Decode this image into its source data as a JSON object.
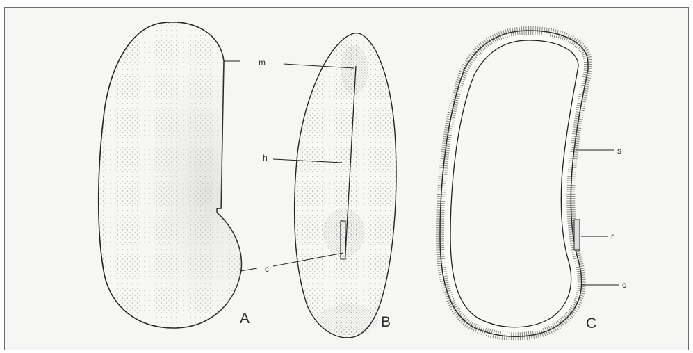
{
  "figure": {
    "panels": [
      {
        "id": "A",
        "label": "A"
      },
      {
        "id": "B",
        "label": "B"
      },
      {
        "id": "C",
        "label": "C"
      }
    ],
    "callouts": {
      "m": "m",
      "h": "h",
      "c_a": "c",
      "s": "s",
      "r": "r",
      "c_c": "c"
    }
  }
}
